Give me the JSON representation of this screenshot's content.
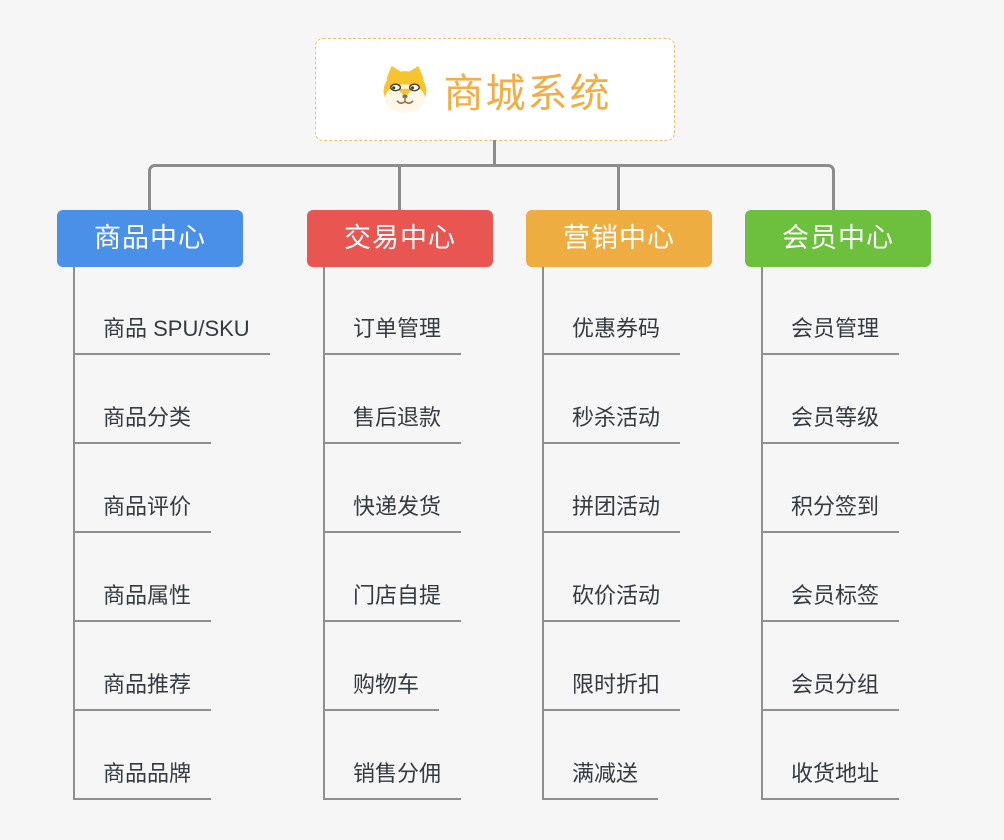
{
  "root": {
    "title": "商城系统",
    "icon": "shiba-dog-icon",
    "title_color": "#F0AE44",
    "border_color": "#F0BE6E"
  },
  "connector_color": "#8C8C8C",
  "branches": [
    {
      "label": "商品中心",
      "color": "#4A90E8",
      "children": [
        "商品 SPU/SKU",
        "商品分类",
        "商品评价",
        "商品属性",
        "商品推荐",
        "商品品牌"
      ]
    },
    {
      "label": "交易中心",
      "color": "#E95550",
      "children": [
        "订单管理",
        "售后退款",
        "快递发货",
        "门店自提",
        "购物车",
        "销售分佣"
      ]
    },
    {
      "label": "营销中心",
      "color": "#EDAD41",
      "children": [
        "优惠券码",
        "秒杀活动",
        "拼团活动",
        "砍价活动",
        "限时折扣",
        "满减送"
      ]
    },
    {
      "label": "会员中心",
      "color": "#6CC03E",
      "children": [
        "会员管理",
        "会员等级",
        "积分签到",
        "会员标签",
        "会员分组",
        "收货地址"
      ]
    }
  ]
}
